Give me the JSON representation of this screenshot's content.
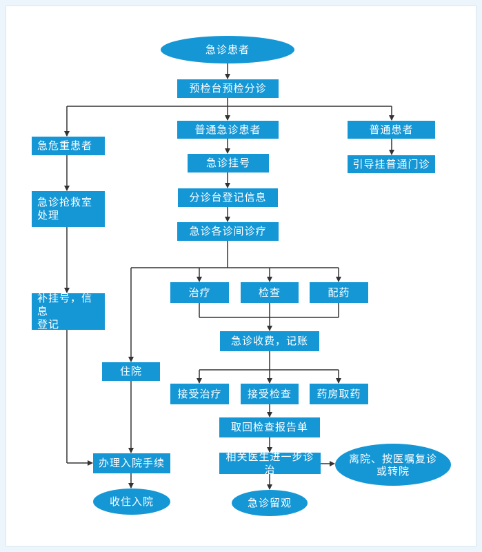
{
  "nodes": {
    "emergency_patient": "急诊患者",
    "triage": "预检台预检分诊",
    "critical_patient": "急危重患者",
    "general_emergency_patient": "普通急诊患者",
    "ordinary_patient": "普通患者",
    "emergency_registration": "急诊挂号",
    "guide_outpatient": "引导挂普通门诊",
    "rescue_room": "急诊抢救室\n处理",
    "desk_register_info": "分诊台登记信息",
    "consultation_rooms": "急诊各诊间诊疗",
    "supplementary_register": "补挂号，信息\n登记",
    "treatment": "治疗",
    "examination": "检查",
    "dispense": "配药",
    "charging": "急诊收费，记账",
    "hospitalization": "住院",
    "receive_treatment": "接受治疗",
    "receive_examination": "接受检查",
    "pharmacy_pickup": "药房取药",
    "retrieve_report": "取回检查报告单",
    "admission_procedure": "办理入院手续",
    "further_diagnosis": "相关医生进一步诊治",
    "discharge_or_transfer": "离院、按医嘱复诊\n或转院",
    "admitted": "收住入院",
    "observation": "急诊留观"
  },
  "colors": {
    "box": "#1597d6",
    "text": "#ffffff",
    "line": "#333333"
  }
}
